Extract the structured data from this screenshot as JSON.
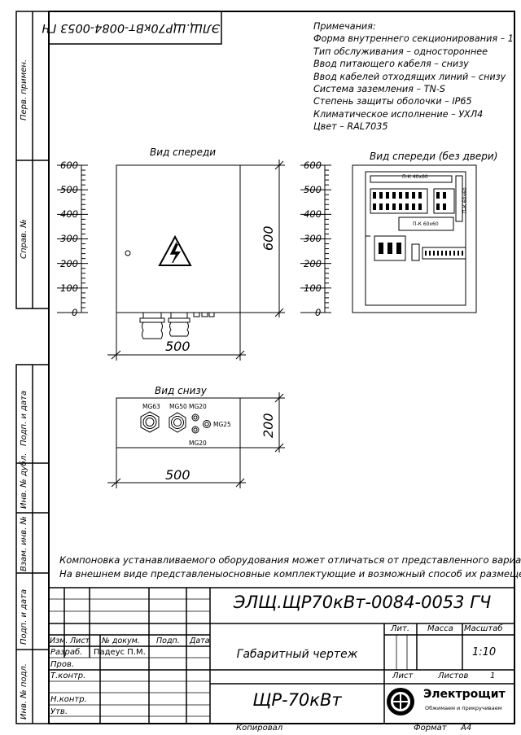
{
  "stamp_rotated": "ЭЛЩ.ЩР70кВт-0084-0053 ГЧ",
  "side_labels": [
    "Перв. примен.",
    "Справ. №",
    "Подп. и дата",
    "Инв. № дубл.",
    "Взам. инв. №",
    "Подп. и дата",
    "Инв. № подл."
  ],
  "notes": {
    "title": "Примечания:",
    "lines": [
      "Форма внутреннего секционирования – 1",
      "Тип обслуживания – одностороннее",
      "Ввод питающего кабеля – снизу",
      "Ввод кабелей отходящих линий – снизу",
      "Система заземления – TN-S",
      "Степень защиты оболочки – IP65",
      "Климатическое исполнение – УХЛ4",
      "Цвет – RAL7035"
    ]
  },
  "views": {
    "front": {
      "title": "Вид спереди",
      "ruler_ticks": [
        "600",
        "500",
        "400",
        "300",
        "200",
        "100",
        "0"
      ],
      "width_dim": "500",
      "height_dim": "600"
    },
    "front_open": {
      "title": "Вид спереди (без двери)",
      "ruler_ticks": [
        "600",
        "500",
        "400",
        "300",
        "200",
        "100",
        "0"
      ],
      "duct_top": "П-К 40х60",
      "duct_right": "П-К 60х60",
      "duct_mid": "П-К 60х60"
    },
    "bottom": {
      "title": "Вид снизу",
      "glands": [
        "MG63",
        "MG50",
        "MG20",
        "MG25",
        "MG20"
      ],
      "width_dim": "500",
      "depth_dim": "200"
    }
  },
  "disclaimer": [
    "Компоновка устанавливаемого оборудования может отличаться от представленного варианта.",
    "На внешнем виде представленыосновные комплектующие и возможный способ их размещения."
  ],
  "title_block": {
    "designation": "ЭЛЩ.ЩР70кВт-0084-0053 ГЧ",
    "headers": [
      "Изм.",
      "Лист",
      "№ докум.",
      "Подп.",
      "Дата"
    ],
    "roles": [
      "Разраб.",
      "Пров.",
      "Т.контр.",
      "",
      "Н.контр.",
      "Утв."
    ],
    "developer": "Падеус П.М.",
    "doc_title": "Габаритный чертеж",
    "product": "ЩР-70кВт",
    "lit_label": "Лит.",
    "mass_label": "Масса",
    "scale_label": "Масштаб",
    "scale_value": "1:10",
    "sheet_label": "Лист",
    "sheets_label": "Листов",
    "sheets_value": "1",
    "company": "Электрощит",
    "slogan": "Обжимаем и прикручиваем",
    "copied": "Копировал",
    "format": "Формат",
    "format_value": "А4"
  }
}
